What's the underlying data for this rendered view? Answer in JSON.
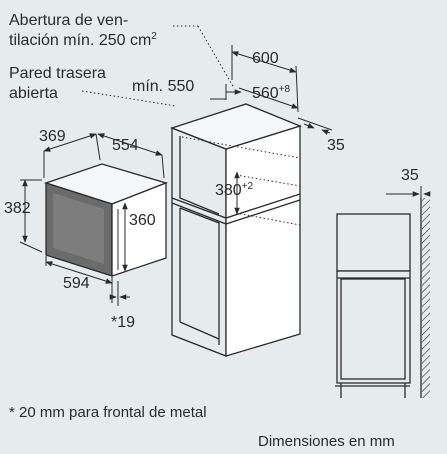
{
  "labels": {
    "vent_line1": "Abertura de ven-",
    "vent_line2": "tilación mín. 250 cm",
    "vent_line2_sup": "2",
    "rear_line1": "Pared trasera",
    "rear_line2": "abierta",
    "min_550": "mín. 550",
    "dim_600": "600",
    "dim_560": "560",
    "dim_560_sup": "+8",
    "dim_35_cabinet": "35",
    "dim_35_side": "35",
    "dim_369": "369",
    "dim_554": "554",
    "dim_382": "382",
    "dim_360": "360",
    "dim_380": "380",
    "dim_380_sup": "+2",
    "dim_594": "594",
    "dim_19": "*19"
  },
  "footnote": "* 20 mm para frontal de metal",
  "units_note": "Dimensiones en mm",
  "colors": {
    "background": "#e6ebee",
    "line": "#2b2b2b",
    "appliance_front": "#6b6b6b",
    "cabinet_side": "#ffffff"
  }
}
